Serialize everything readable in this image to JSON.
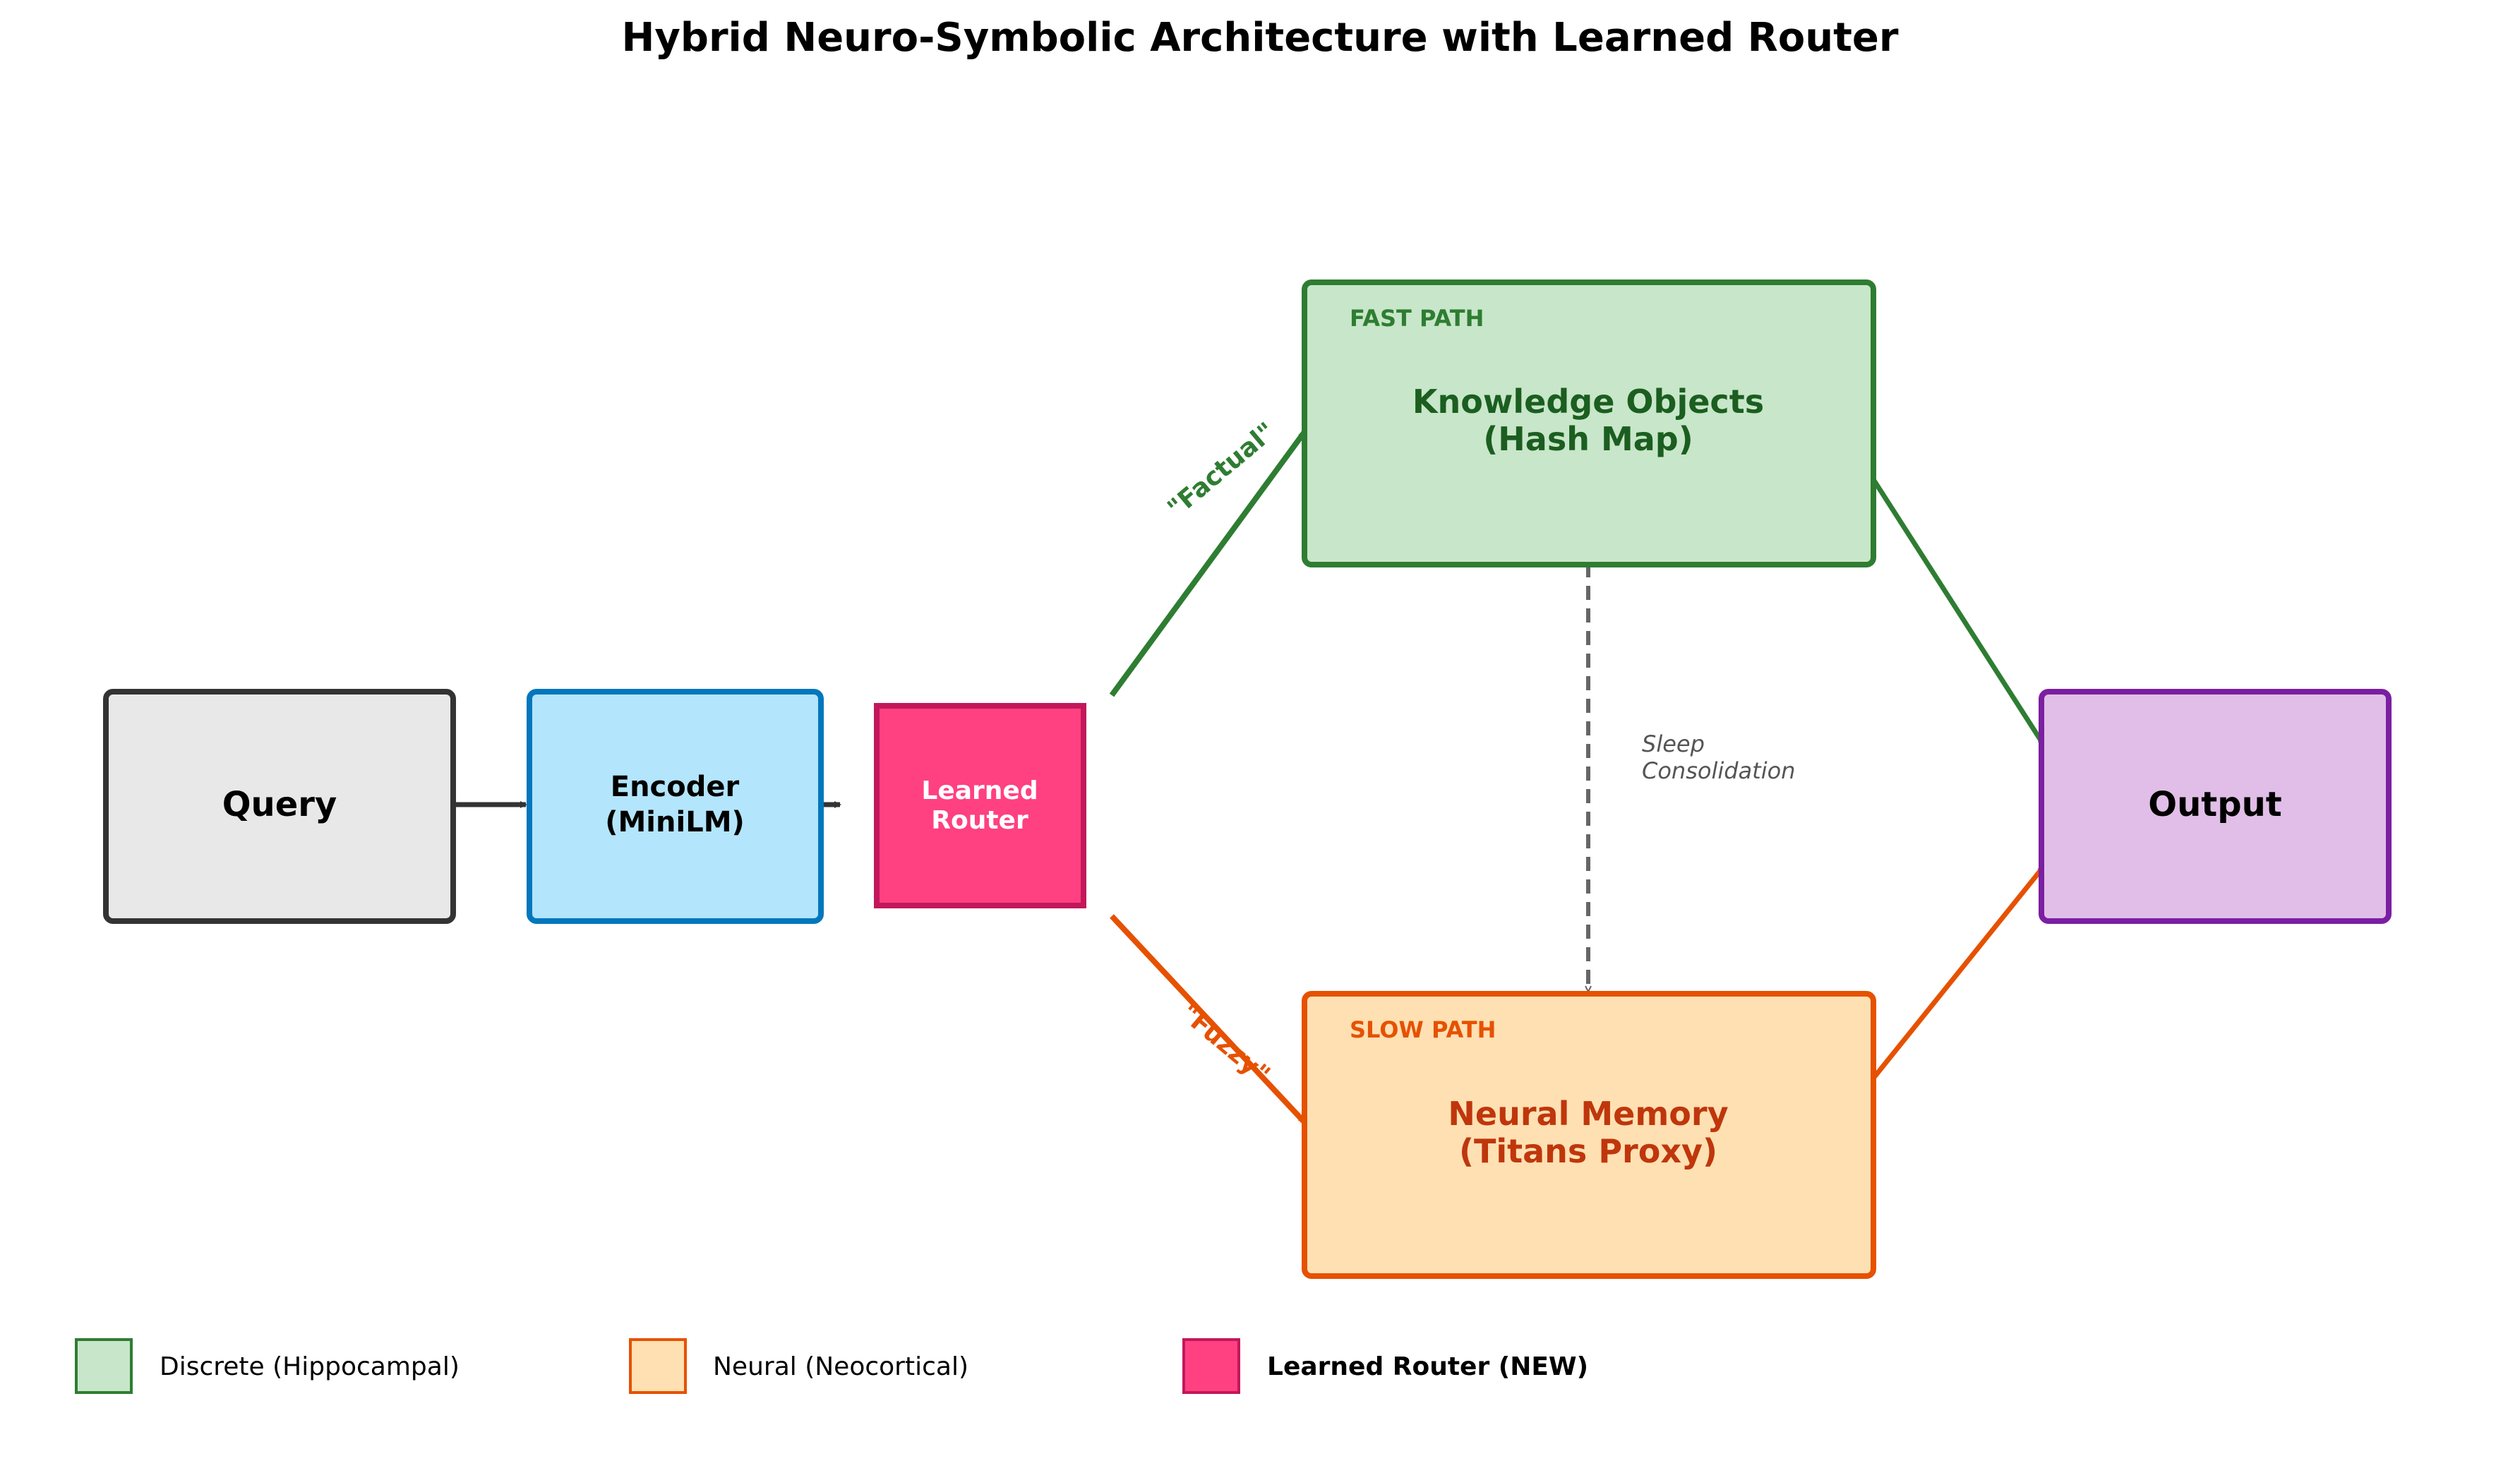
{
  "title": "Hybrid Neuro-Symbolic Architecture with Learned Router",
  "nodes": {
    "query": {
      "label": "Query"
    },
    "encoder": {
      "line1": "Encoder",
      "line2": "(MiniLM)"
    },
    "router": {
      "line1": "Learned",
      "line2": "Router"
    },
    "fast": {
      "tag": "FAST PATH",
      "line1": "Knowledge Objects",
      "line2": "(Hash Map)"
    },
    "slow": {
      "tag": "SLOW PATH",
      "line1": "Neural Memory",
      "line2": "(Titans Proxy)"
    },
    "output": {
      "label": "Output"
    }
  },
  "edges": {
    "factual_label": "\"Factual\"",
    "fuzzy_label": "\"Fuzzy\"",
    "sleep_line1": "Sleep",
    "sleep_line2": "Consolidation"
  },
  "legend": [
    {
      "label": "Discrete (Hippocampal)",
      "color": "#c8e6c9",
      "stroke": "#2e7d32"
    },
    {
      "label": "Neural (Neocortical)",
      "color": "#ffe0b2",
      "stroke": "#e65100"
    },
    {
      "label": "Learned Router (NEW)",
      "color": "#ff4081",
      "stroke": "#c2185b"
    }
  ],
  "colors": {
    "query_fill": "#e8e8e8",
    "query_stroke": "#333333",
    "encoder_fill": "#b3e5fc",
    "encoder_stroke": "#0277bd",
    "router_fill": "#ff4081",
    "router_stroke": "#c2185b",
    "fast_fill": "#c8e6c9",
    "fast_stroke": "#2e7d32",
    "fast_text": "#1b5e20",
    "slow_fill": "#ffe0b2",
    "slow_stroke": "#e65100",
    "slow_text": "#bf360c",
    "output_fill": "#e1bee7",
    "output_stroke": "#7b1fa2",
    "green_arrow": "#2e7d32",
    "orange_arrow": "#e65100",
    "dashed": "#666666"
  }
}
